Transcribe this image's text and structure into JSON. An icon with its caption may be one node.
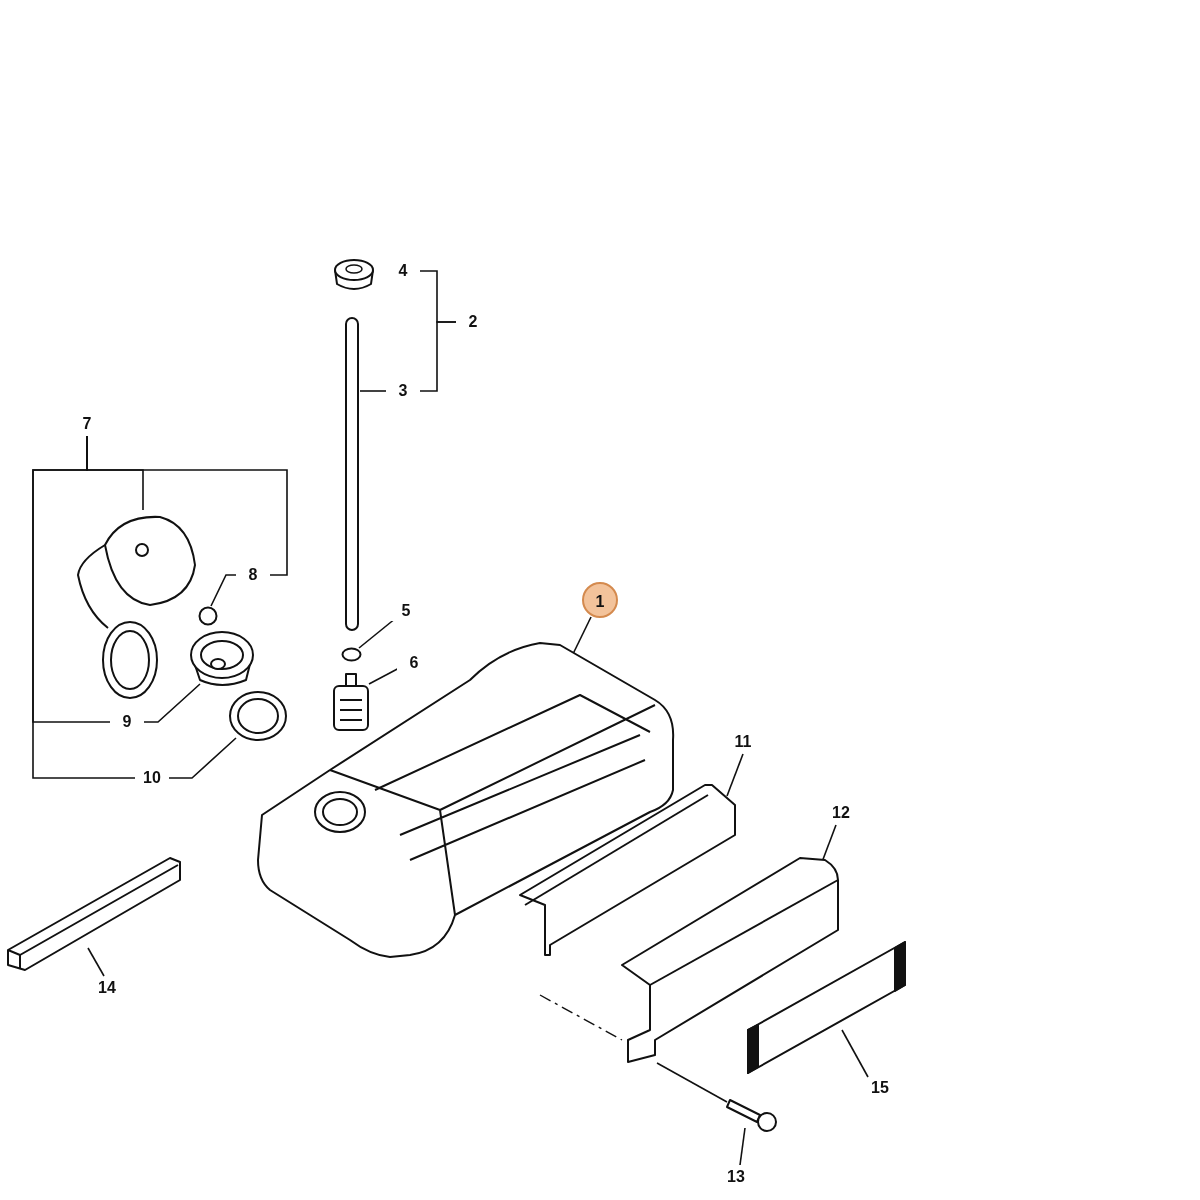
{
  "diagram": {
    "nodes": [
      {
        "text": [
          "1"
        ]
      },
      {
        "text": [],
        "shape": "picture"
      },
      {
        "text": [
          "3"
        ]
      },
      {
        "text": [],
        "shape": "box"
      },
      {
        "text": [
          "7"
        ]
      },
      {
        "text": [],
        "shape": "picture"
      },
      {
        "text": [
          "8"
        ]
      },
      {
        "text": [],
        "shape": "circle"
      },
      {
        "text": [
          "9"
        ]
      },
      {
        "text": [],
        "shape": "picture"
      },
      {
        "text": [
          "10"
        ]
      },
      {
        "text": [],
        "shape": "picture"
      },
      {
        "text": [
          "5"
        ]
      },
      {
        "text": [],
        "shape": "circle"
      },
      {
        "text": [
          "6"
        ]
      },
      {
        "text": [],
        "shape": "picture"
      },
      {
        "text": [
          "11"
        ]
      },
      {
        "text": [],
        "shape": "picture"
      },
      {
        "text": [
          "12"
        ]
      },
      {
        "text": [],
        "shape": "picture"
      },
      {
        "text": [
          "13"
        ]
      },
      {
        "text": [],
        "shape": "picture"
      },
      {
        "text": [
          "14"
        ]
      },
      {
        "text": [],
        "shape": "picture"
      },
      {
        "text": [
          "15"
        ]
      },
      {
        "text": [],
        "shape": "picture"
      },
      {
        "text": [
          "4"
        ]
      },
      {
        "text": [
          "2"
        ]
      }
    ],
    "edges": [
      {
        "from": 0,
        "to": 1,
        "arrow": "none"
      },
      {
        "from": 2,
        "to": 3,
        "arrow": "none"
      },
      {
        "from": 4,
        "to": 5,
        "arrow": "none"
      },
      {
        "from": 6,
        "to": 7,
        "arrow": "none"
      },
      {
        "from": 8,
        "to": 9,
        "arrow": "none"
      },
      {
        "from": 10,
        "to": 11,
        "arrow": "none"
      },
      {
        "from": 12,
        "to": 13,
        "arrow": "none"
      },
      {
        "from": 14,
        "to": 15,
        "arrow": "none"
      },
      {
        "from": 16,
        "to": 17,
        "arrow": "none"
      },
      {
        "from": 18,
        "to": 19,
        "arrow": "none"
      },
      {
        "from": 20,
        "to": 21,
        "arrow": "none"
      },
      {
        "from": 22,
        "to": 23,
        "arrow": "none"
      },
      {
        "from": 24,
        "to": 25,
        "arrow": "none"
      },
      {
        "from": 21,
        "to": 19,
        "arrow": "none"
      },
      {
        "from": 26,
        "to": 27,
        "arrow": "none"
      },
      {
        "from": 2,
        "to": 27,
        "arrow": "none"
      },
      {
        "from": 4,
        "to": 6,
        "arrow": "none"
      },
      {
        "from": 4,
        "to": 8,
        "arrow": "none"
      },
      {
        "from": 4,
        "to": 10,
        "arrow": "none"
      }
    ]
  }
}
